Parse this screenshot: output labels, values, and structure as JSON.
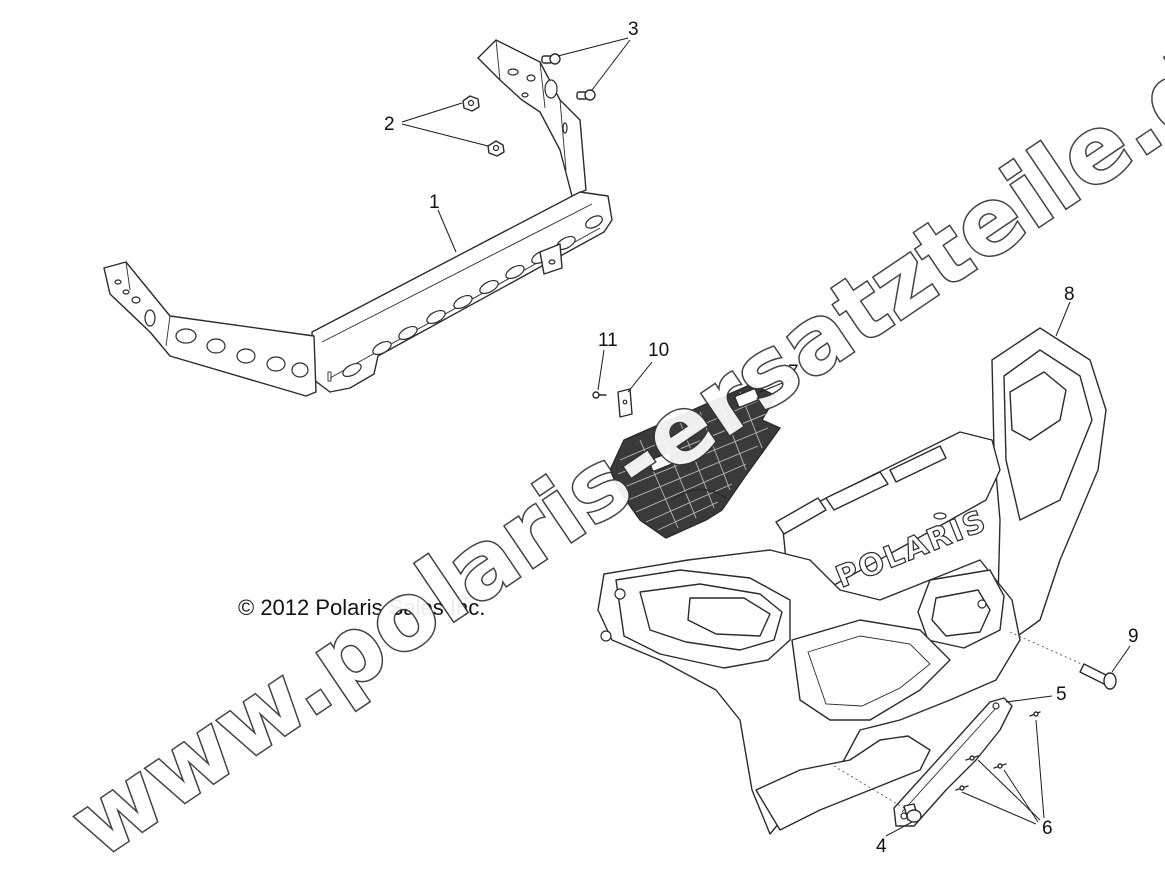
{
  "diagram": {
    "copyright": "© 2012 Polaris Sales Inc.",
    "brand_on_bumper": "POLARIS",
    "watermark": "www.polaris-ersatzteile.de",
    "callouts": [
      {
        "number": "1",
        "part": "front bumper bracket"
      },
      {
        "number": "2",
        "part": "nut"
      },
      {
        "number": "3",
        "part": "screw"
      },
      {
        "number": "4",
        "part": "screw"
      },
      {
        "number": "5",
        "part": "lower cover plate"
      },
      {
        "number": "6",
        "part": "screw"
      },
      {
        "number": "7",
        "part": "grille"
      },
      {
        "number": "8",
        "part": "front fascia"
      },
      {
        "number": "9",
        "part": "bolt"
      },
      {
        "number": "10",
        "part": "clip"
      },
      {
        "number": "11",
        "part": "screw"
      }
    ]
  }
}
